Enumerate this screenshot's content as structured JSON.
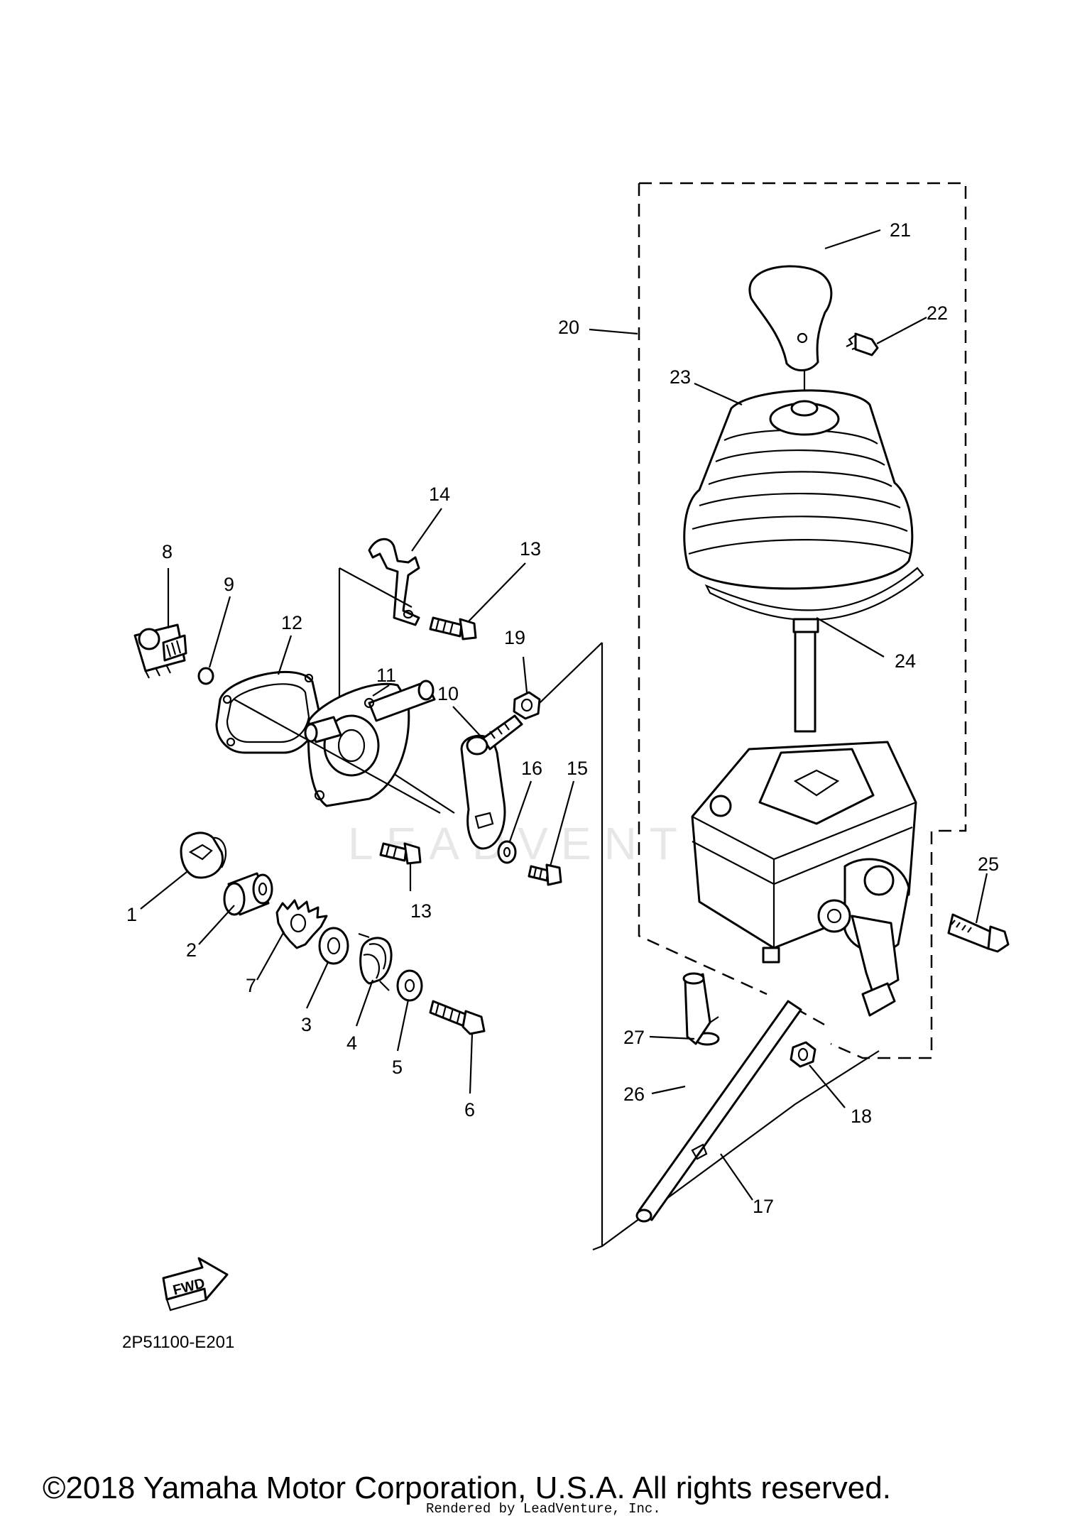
{
  "diagram": {
    "drawing_code": "2P51100-E201",
    "copyright": "©2018 Yamaha Motor Corporation, U.S.A. All rights reserved.",
    "rendered_by": "Rendered by LeadVenture, Inc.",
    "watermark": "LEADVENTURE",
    "direction_badge": "FWD",
    "callouts": [
      {
        "id": "c1",
        "text": "1"
      },
      {
        "id": "c2",
        "text": "2"
      },
      {
        "id": "c3",
        "text": "3"
      },
      {
        "id": "c4",
        "text": "4"
      },
      {
        "id": "c5",
        "text": "5"
      },
      {
        "id": "c6",
        "text": "6"
      },
      {
        "id": "c7",
        "text": "7"
      },
      {
        "id": "c8",
        "text": "8"
      },
      {
        "id": "c9",
        "text": "9"
      },
      {
        "id": "c10",
        "text": "10"
      },
      {
        "id": "c11",
        "text": "11"
      },
      {
        "id": "c12",
        "text": "12"
      },
      {
        "id": "c13a",
        "text": "13"
      },
      {
        "id": "c13b",
        "text": "13"
      },
      {
        "id": "c14",
        "text": "14"
      },
      {
        "id": "c15",
        "text": "15"
      },
      {
        "id": "c16",
        "text": "16"
      },
      {
        "id": "c17",
        "text": "17"
      },
      {
        "id": "c18",
        "text": "18"
      },
      {
        "id": "c19",
        "text": "19"
      },
      {
        "id": "c20",
        "text": "20"
      },
      {
        "id": "c21",
        "text": "21"
      },
      {
        "id": "c22",
        "text": "22"
      },
      {
        "id": "c23",
        "text": "23"
      },
      {
        "id": "c24",
        "text": "24"
      },
      {
        "id": "c25",
        "text": "25"
      },
      {
        "id": "c26",
        "text": "26"
      },
      {
        "id": "c27",
        "text": "27"
      }
    ]
  }
}
